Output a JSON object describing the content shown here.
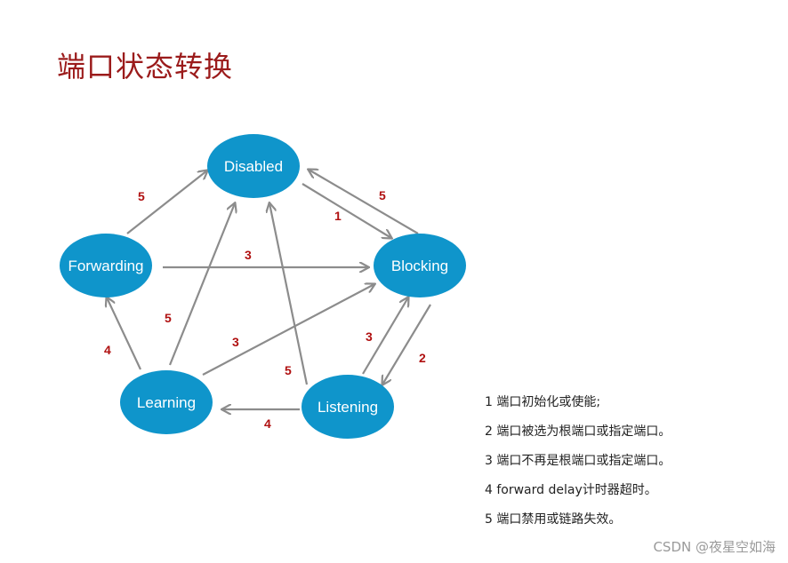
{
  "title": "端口状态转换",
  "nodes": {
    "disabled": "Disabled",
    "forwarding": "Forwarding",
    "blocking": "Blocking",
    "learning": "Learning",
    "listening": "Listening"
  },
  "edges": {
    "forwarding_to_disabled": "5",
    "disabled_to_blocking": "1",
    "blocking_to_disabled": "5",
    "forwarding_to_blocking": "3",
    "learning_to_disabled": "5",
    "learning_to_blocking": "3",
    "listening_to_blocking": "3",
    "blocking_to_listening": "2",
    "learning_to_forwarding": "4",
    "listening_to_disabled": "5",
    "listening_to_learning": "4"
  },
  "legend": [
    "1 端口初始化或使能;",
    "2 端口被选为根端口或指定端口。",
    "3 端口不再是根端口或指定端口。",
    "4  forward delay计时器超时。",
    "5  端口禁用或链路失效。"
  ],
  "colors": {
    "title": "#9b1b1b",
    "node_fill": "#0f95cb",
    "edge": "#8c8c8c",
    "edge_label": "#b01010"
  },
  "watermark": "CSDN @夜星空如海"
}
